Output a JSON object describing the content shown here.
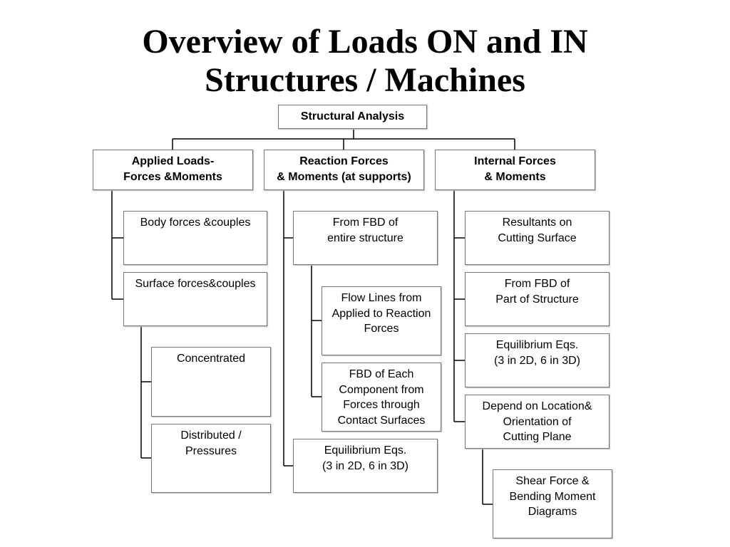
{
  "title": {
    "line1": "Overview of Loads ON and IN",
    "line2": "Structures / Machines"
  },
  "root": {
    "label": "Structural Analysis"
  },
  "columns": [
    {
      "heading": {
        "line1": "Applied Loads-",
        "line2": "Forces &Moments"
      },
      "items": [
        {
          "line1": "Body forces &couples"
        },
        {
          "line1": "Surface forces&couples",
          "children": [
            {
              "line1": "Concentrated"
            },
            {
              "line1": "Distributed /",
              "line2": "Pressures"
            }
          ]
        }
      ]
    },
    {
      "heading": {
        "line1": "Reaction Forces",
        "line2": "& Moments (at supports)"
      },
      "items": [
        {
          "line1": "From FBD of",
          "line2": "entire structure",
          "children": [
            {
              "line1": "Flow Lines from",
              "line2": "Applied to Reaction",
              "line3": "Forces"
            },
            {
              "line1": "FBD of Each",
              "line2": "Component from",
              "line3": "Forces through",
              "line4": "Contact Surfaces"
            }
          ]
        },
        {
          "line1": "Equilibrium Eqs.",
          "line2": "(3 in 2D, 6 in 3D)"
        }
      ]
    },
    {
      "heading": {
        "line1": "Internal Forces",
        "line2": "& Moments"
      },
      "items": [
        {
          "line1": "Resultants on",
          "line2": "Cutting Surface"
        },
        {
          "line1": "From FBD of",
          "line2": "Part of Structure"
        },
        {
          "line1": "Equilibrium Eqs.",
          "line2": "(3 in 2D, 6 in 3D)"
        },
        {
          "line1": "Depend on Location&",
          "line2": "Orientation of",
          "line3": "Cutting Plane",
          "children": [
            {
              "line1": "Shear Force &",
              "line2": "Bending Moment",
              "line3": "Diagrams"
            }
          ]
        }
      ]
    }
  ]
}
